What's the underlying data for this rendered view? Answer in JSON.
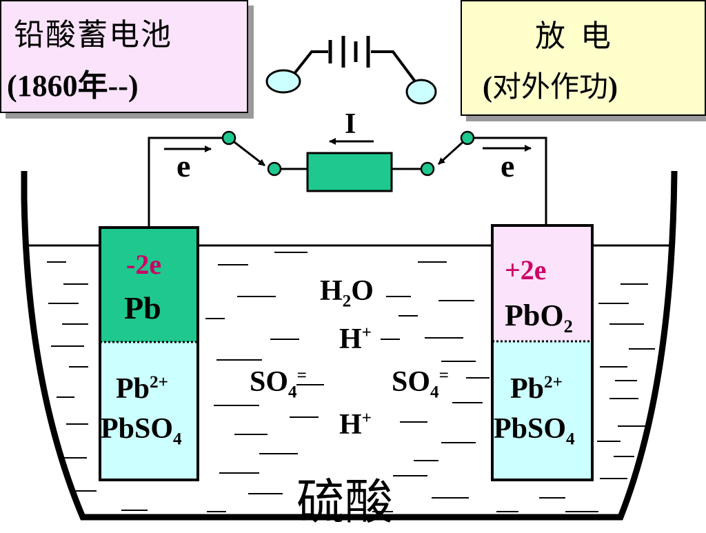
{
  "title_left": {
    "line1": "铅酸蓄电池",
    "line2": "(1860年--)"
  },
  "title_right": {
    "line1": "放 电",
    "line2_open": "(",
    "line2_text": "对外作功",
    "line2_close": ")"
  },
  "circuit": {
    "current_label": "I",
    "electron_left": "e",
    "electron_right": "e"
  },
  "left_electrode": {
    "charge": "-2e",
    "material": "Pb",
    "ion": "Pb",
    "ion_sup": "2+",
    "product": "PbSO",
    "product_sub": "4"
  },
  "right_electrode": {
    "charge": "+2e",
    "material": "PbO",
    "material_sub": "2",
    "ion": "Pb",
    "ion_sup": "2+",
    "product": "PbSO",
    "product_sub": "4"
  },
  "solution": {
    "water": "H",
    "water_sub": "2",
    "water_end": "O",
    "h_plus_1": "H",
    "h_plus_1_sup": "+",
    "so4_left": "SO",
    "so4_left_sub": "4",
    "so4_left_sup": "=",
    "so4_right": "SO",
    "so4_right_sub": "4",
    "so4_right_sup": "=",
    "h_plus_2": "H",
    "h_plus_2_sup": "+",
    "name": "硫酸"
  },
  "colors": {
    "left_title_bg": "#fbe3fb",
    "right_title_bg": "#ffffcc",
    "pb_electrode": "#1fc88f",
    "pbo2_electrode": "#fbe3fb",
    "pbso4": "#ccffff",
    "charge_red": "#cc0066",
    "terminal": "#ccffff"
  }
}
